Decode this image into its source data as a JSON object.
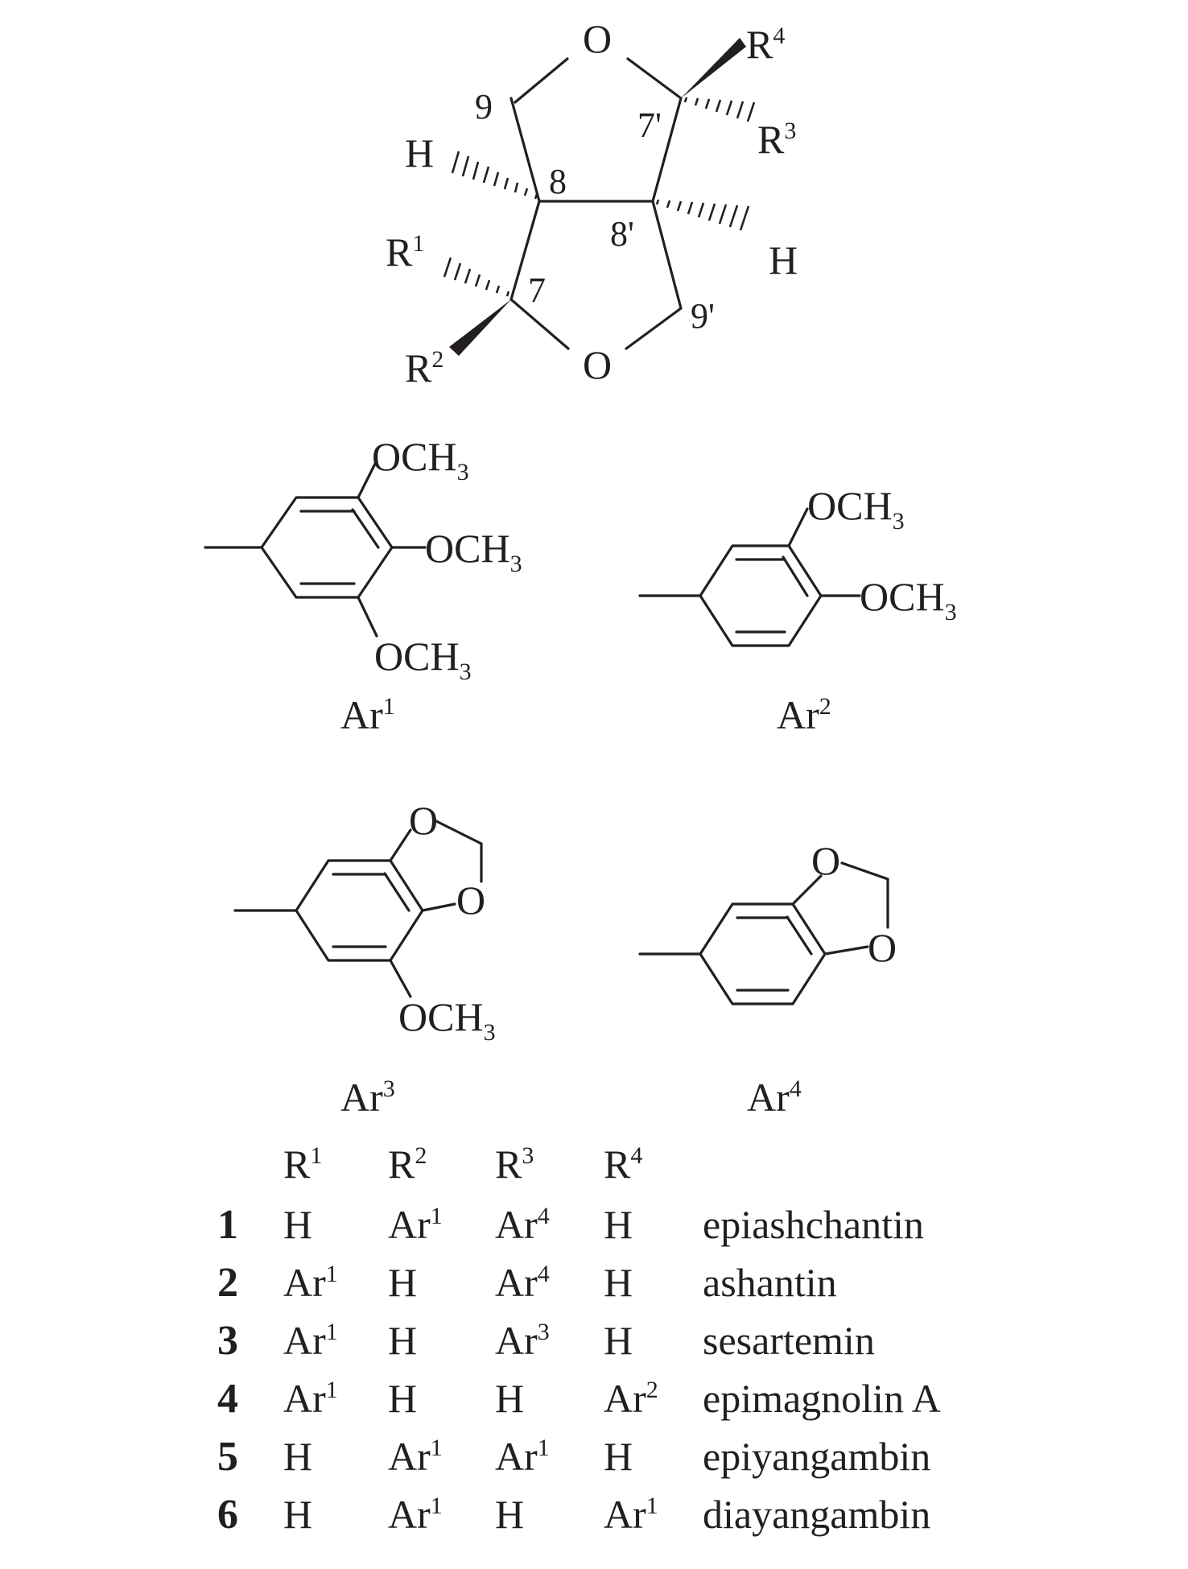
{
  "core": {
    "labels": {
      "O_top": "O",
      "O_bottom": "O",
      "R1": "R",
      "R1_sup": "1",
      "R2": "R",
      "R2_sup": "2",
      "R3": "R",
      "R3_sup": "3",
      "R4": "R",
      "R4_sup": "4",
      "H_left": "H",
      "H_right": "H",
      "n9": "9",
      "n8": "8",
      "n7": "7",
      "n7p": "7'",
      "n8p": "8'",
      "n9p": "9'"
    }
  },
  "substituents": {
    "ar1": {
      "name": "Ar",
      "sup": "1",
      "groups": [
        "OCH",
        "OCH",
        "OCH"
      ],
      "sub": "3"
    },
    "ar2": {
      "name": "Ar",
      "sup": "2",
      "groups": [
        "OCH",
        "OCH"
      ],
      "sub": "3"
    },
    "ar3": {
      "name": "Ar",
      "sup": "3",
      "groups": [
        "OCH"
      ],
      "sub": "3",
      "ring_o": [
        "O",
        "O"
      ]
    },
    "ar4": {
      "name": "Ar",
      "sup": "4",
      "ring_o": [
        "O",
        "O"
      ]
    }
  },
  "table": {
    "headers": [
      {
        "base": "R",
        "sup": "1"
      },
      {
        "base": "R",
        "sup": "2"
      },
      {
        "base": "R",
        "sup": "3"
      },
      {
        "base": "R",
        "sup": "4"
      }
    ],
    "rows": [
      {
        "id": "1",
        "cells": [
          {
            "base": "H",
            "sup": ""
          },
          {
            "base": "Ar",
            "sup": "1"
          },
          {
            "base": "Ar",
            "sup": "4"
          },
          {
            "base": "H",
            "sup": ""
          }
        ],
        "name": "epiashchantin"
      },
      {
        "id": "2",
        "cells": [
          {
            "base": "Ar",
            "sup": "1"
          },
          {
            "base": "H",
            "sup": ""
          },
          {
            "base": "Ar",
            "sup": "4"
          },
          {
            "base": "H",
            "sup": ""
          }
        ],
        "name": "ashantin"
      },
      {
        "id": "3",
        "cells": [
          {
            "base": "Ar",
            "sup": "1"
          },
          {
            "base": "H",
            "sup": ""
          },
          {
            "base": "Ar",
            "sup": "3"
          },
          {
            "base": "H",
            "sup": ""
          }
        ],
        "name": "sesartemin"
      },
      {
        "id": "4",
        "cells": [
          {
            "base": "Ar",
            "sup": "1"
          },
          {
            "base": "H",
            "sup": ""
          },
          {
            "base": "H",
            "sup": ""
          },
          {
            "base": "Ar",
            "sup": "2"
          }
        ],
        "name": "epimagnolin A"
      },
      {
        "id": "5",
        "cells": [
          {
            "base": "H",
            "sup": ""
          },
          {
            "base": "Ar",
            "sup": "1"
          },
          {
            "base": "Ar",
            "sup": "1"
          },
          {
            "base": "H",
            "sup": ""
          }
        ],
        "name": "epiyangambin"
      },
      {
        "id": "6",
        "cells": [
          {
            "base": "H",
            "sup": ""
          },
          {
            "base": "Ar",
            "sup": "1"
          },
          {
            "base": "H",
            "sup": ""
          },
          {
            "base": "Ar",
            "sup": "1"
          }
        ],
        "name": "diayangambin"
      }
    ]
  }
}
